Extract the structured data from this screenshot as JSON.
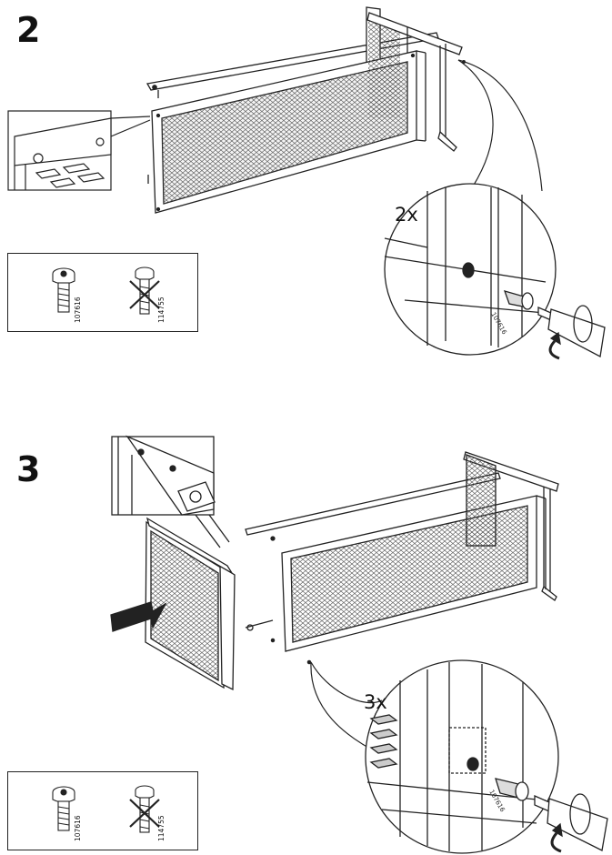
{
  "steps": [
    {
      "number": "2",
      "multiplier": "2x",
      "screw_callout_code": "107616",
      "hardware": [
        {
          "code": "107616",
          "status": "correct",
          "icon": "screw-icon"
        },
        {
          "code": "114755",
          "status": "wrong",
          "icon": "screw-crossed-icon"
        }
      ]
    },
    {
      "number": "3",
      "multiplier": "3x",
      "screw_callout_code": "107616",
      "hardware": [
        {
          "code": "107616",
          "status": "correct",
          "icon": "screw-icon"
        },
        {
          "code": "114755",
          "status": "wrong",
          "icon": "screw-crossed-icon"
        }
      ]
    }
  ]
}
